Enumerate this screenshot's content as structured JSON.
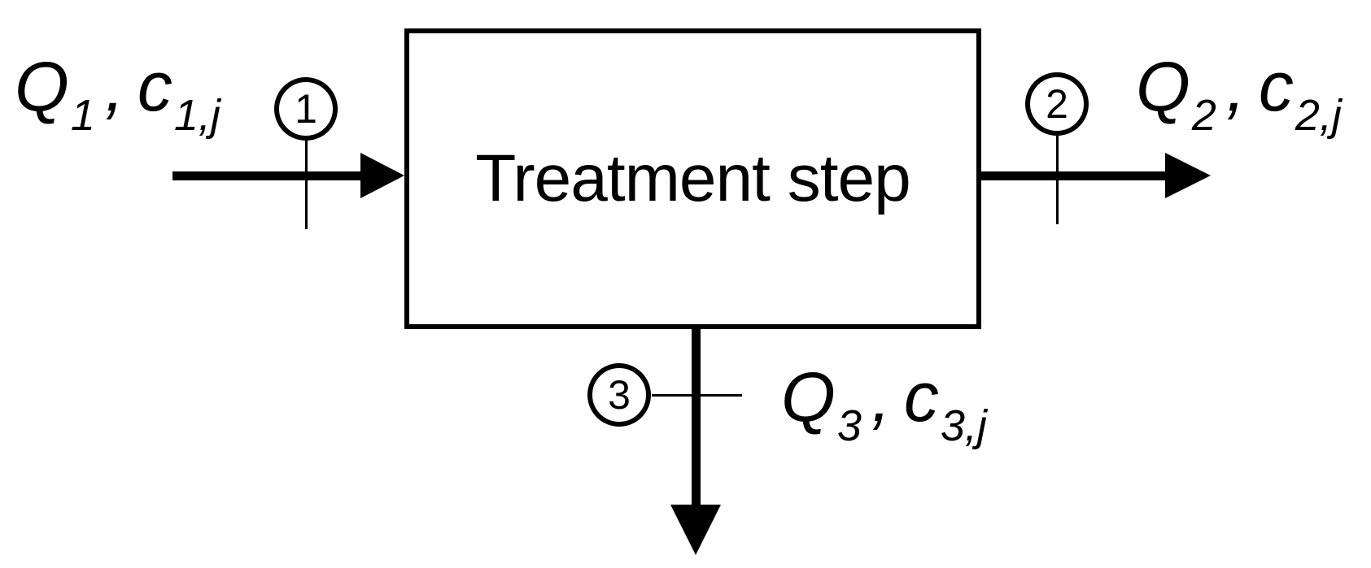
{
  "figure": {
    "title": "Treatment step",
    "background_color": "#ffffff",
    "ink_color": "#000000"
  },
  "streams": [
    {
      "number": "1",
      "arrow_direction": "right",
      "flow_symbol": "Q",
      "flow_subscript": "1",
      "separator": ",",
      "concentration_symbol": "c",
      "concentration_subscript": "1,j"
    },
    {
      "number": "2",
      "arrow_direction": "right",
      "flow_symbol": "Q",
      "flow_subscript": "2",
      "separator": ",",
      "concentration_symbol": "c",
      "concentration_subscript": "2,j"
    },
    {
      "number": "3",
      "arrow_direction": "down",
      "flow_symbol": "Q",
      "flow_subscript": "3",
      "separator": ",",
      "concentration_symbol": "c",
      "concentration_subscript": "3,j"
    }
  ]
}
